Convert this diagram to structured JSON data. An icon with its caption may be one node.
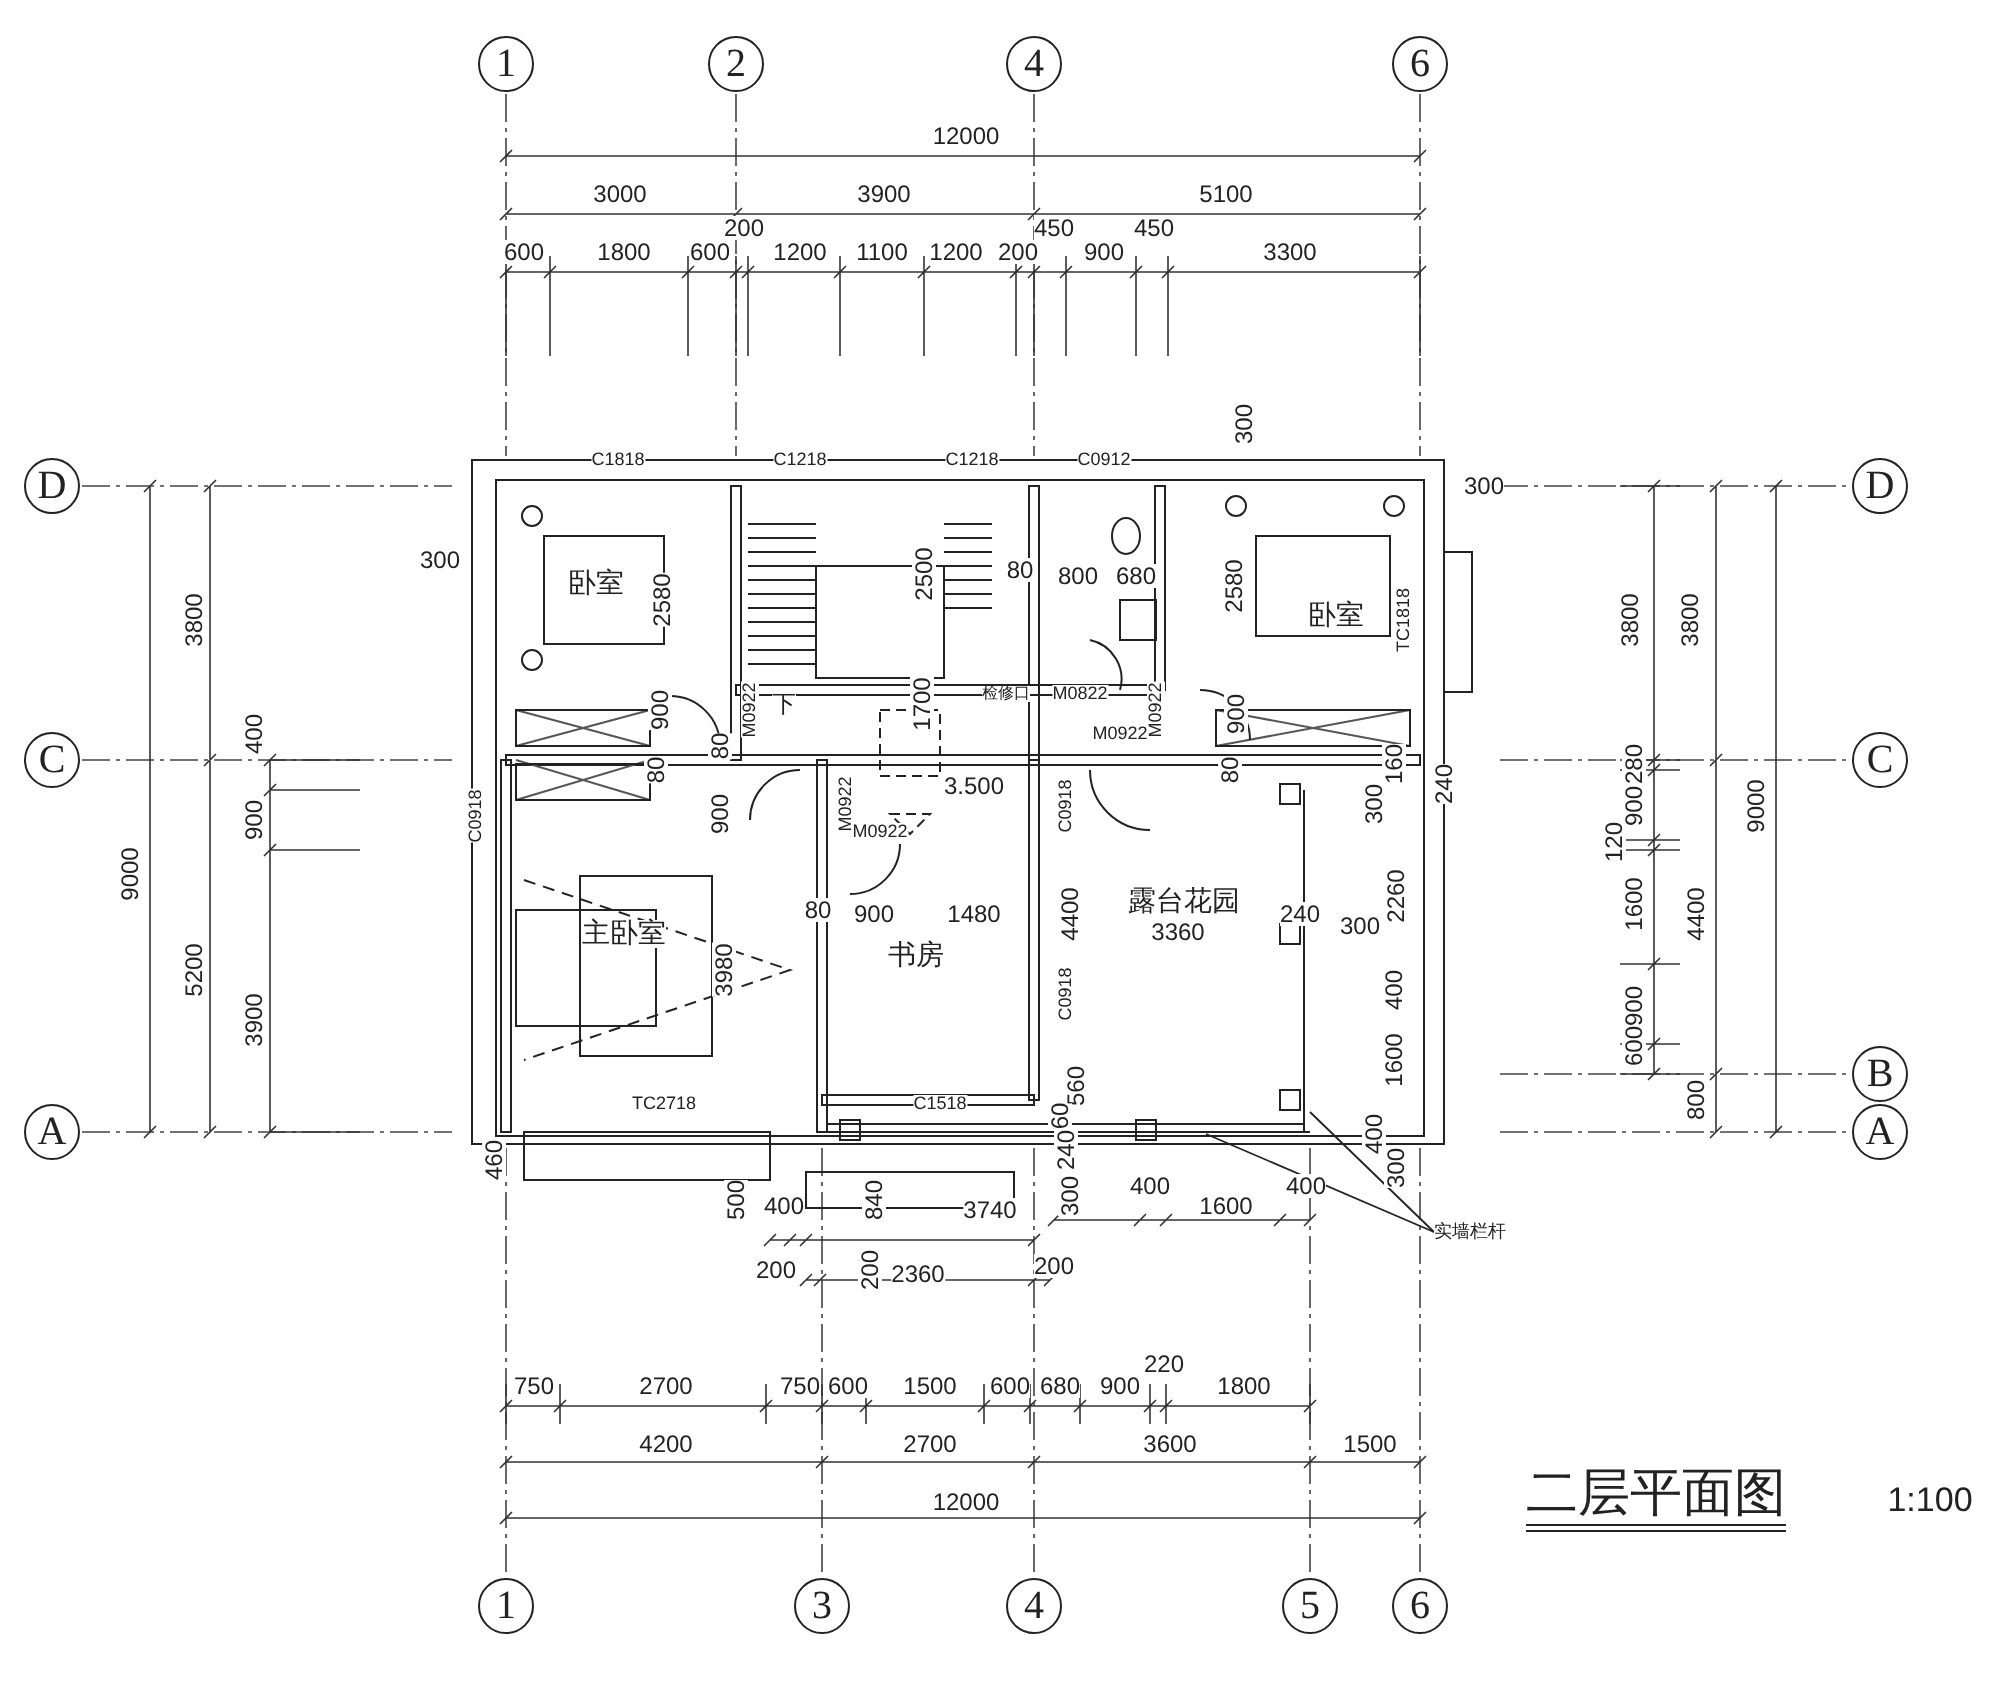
{
  "diagram": {
    "title": "二层平面图",
    "nodes": [
      {
        "text": [
          "1"
        ]
      },
      {
        "text": [
          "2"
        ]
      },
      {
        "text": [
          "4"
        ]
      },
      {
        "text": [
          "6"
        ]
      },
      {
        "text": [
          "D"
        ]
      },
      {
        "text": [
          "C"
        ]
      },
      {
        "text": [
          "A"
        ]
      },
      {
        "text": [
          "卧室"
        ]
      },
      {
        "text": [
          "卧室"
        ]
      },
      {
        "text": [
          "主卧室"
        ]
      },
      {
        "text": [
          "书房"
        ]
      },
      {
        "text": [
          "露台花园"
        ]
      },
      {
        "text": [
          "D"
        ]
      },
      {
        "text": [
          "C"
        ]
      },
      {
        "text": [
          "B"
        ]
      },
      {
        "text": [
          "A"
        ]
      },
      {
        "text": [
          "实墙栏杆"
        ]
      },
      {
        "text": [
          "1"
        ]
      },
      {
        "text": [
          "3"
        ]
      },
      {
        "text": [
          "4"
        ]
      },
      {
        "text": [
          "5"
        ]
      },
      {
        "text": [
          "6"
        ]
      }
    ],
    "edges": [
      {
        "from": 16,
        "to": null,
        "arrow": "none"
      },
      {
        "from": 16,
        "to": null,
        "arrow": "none"
      }
    ],
    "labels": [
      "12000",
      "3000",
      "3900",
      "5100",
      "200",
      "450",
      "450",
      "600",
      "1800",
      "600",
      "1200",
      "1100",
      "1200",
      "200",
      "900",
      "3300",
      "C1818",
      "C1218",
      "C1218",
      "C0912",
      "300",
      "300",
      "300",
      "2580",
      "2500",
      "80",
      "800",
      "680",
      "2580",
      "TC1818",
      "900",
      "M0922",
      "下",
      "1700",
      "检修口",
      "M0822",
      "M0922",
      "900",
      "M0922",
      "80",
      "80",
      "80",
      "160",
      "240",
      "3.500",
      "C0918",
      "900",
      "M0922",
      "C0918",
      "300",
      "M0922",
      "2260",
      "80",
      "900",
      "1480",
      "4400",
      "3360",
      "240",
      "300",
      "3980",
      "C0918",
      "400",
      "1600",
      "TC2718",
      "C1518",
      "560",
      "60",
      "240",
      "400",
      "460",
      "300",
      "500",
      "400",
      "840",
      "3740",
      "300",
      "400",
      "1600",
      "400",
      "200",
      "200",
      "2360",
      "200",
      "750",
      "2700",
      "750",
      "600",
      "1500",
      "600",
      "680",
      "900",
      "220",
      "1800",
      "4200",
      "2700",
      "3600",
      "1500",
      "12000",
      "3800",
      "400",
      "9000",
      "900",
      "5200",
      "3900",
      "3800",
      "3800",
      "280",
      "900",
      "9000",
      "120",
      "1600",
      "4400",
      "900",
      "600",
      "800",
      "1:100"
    ]
  }
}
